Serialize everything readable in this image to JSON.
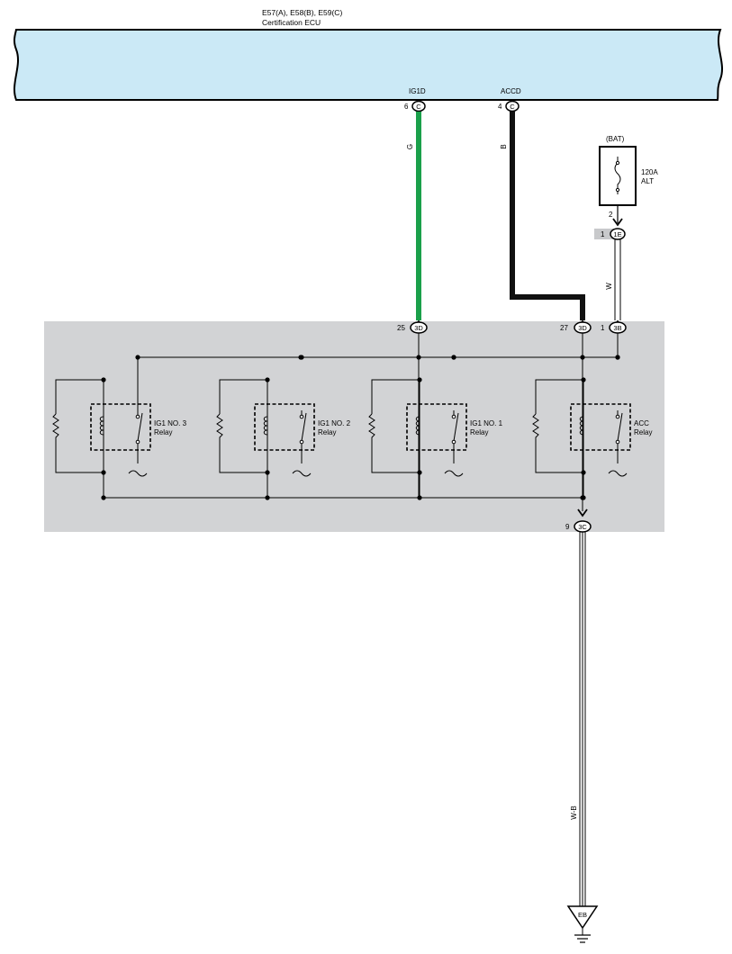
{
  "ecu": {
    "connectors": "E57(A), E58(B), E59(C)",
    "name": "Certification ECU"
  },
  "ecu_pins": [
    {
      "label": "IG1D",
      "pin": "6",
      "connector": "C"
    },
    {
      "label": "ACCD",
      "pin": "4",
      "connector": "C"
    }
  ],
  "wires": {
    "ig1d": "G",
    "accd": "B",
    "bat": "W",
    "ground": "W-B"
  },
  "wire_colors": {
    "green": "#1aa04a",
    "black": "#111111",
    "ecu_fill": "#cbe9f6",
    "block_fill": "#d2d3d5"
  },
  "fuse": {
    "source": "(BAT)",
    "rating": "120A",
    "name": "ALT",
    "pin": "2"
  },
  "junction_1E": {
    "pin": "1",
    "connector": "1E"
  },
  "block_inputs": [
    {
      "pin": "25",
      "connector": "3D"
    },
    {
      "pin": "27",
      "connector": "3D"
    },
    {
      "pin": "1",
      "connector": "3B"
    }
  ],
  "relays": [
    {
      "name": "IG1 NO. 3",
      "suffix": "Relay"
    },
    {
      "name": "IG1 NO. 2",
      "suffix": "Relay"
    },
    {
      "name": "IG1 NO. 1",
      "suffix": "Relay"
    },
    {
      "name": "ACC",
      "suffix": "Relay"
    }
  ],
  "block_output": {
    "pin": "9",
    "connector": "3C"
  },
  "ground": {
    "label": "EB"
  }
}
